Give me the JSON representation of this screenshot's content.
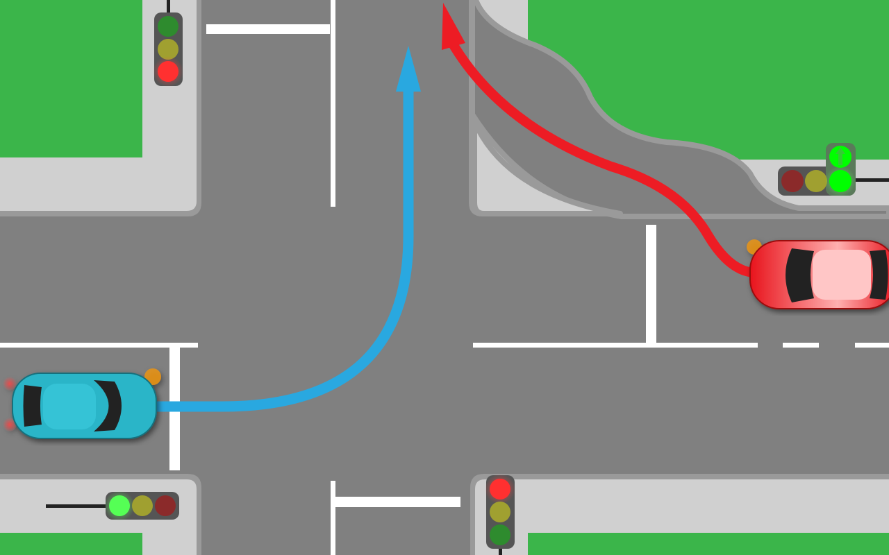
{
  "colors": {
    "road": "#808080",
    "sidewalk": "#d0d0d0",
    "curb": "#9a9a9a",
    "grass": "#3bb54a",
    "marking": "#ffffff",
    "blue_path": "#29a8e0",
    "red_path": "#ed1c24",
    "blue_car": "#2bb5c8",
    "red_car": "#e8141c"
  },
  "signals": {
    "top_left": "red",
    "top_right": "green-with-straight-arrow",
    "bottom_left": "green",
    "bottom_right": "red"
  },
  "icons": [
    "traffic-light-icon",
    "arrow-up-icon",
    "car-icon"
  ]
}
